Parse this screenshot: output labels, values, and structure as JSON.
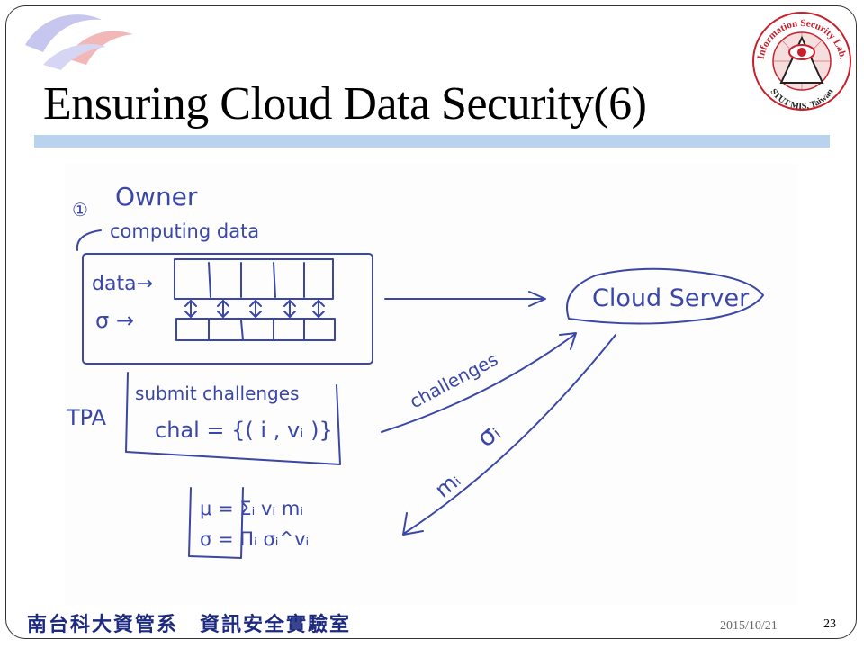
{
  "slide": {
    "title": "Ensuring Cloud Data Security(6)",
    "footer": {
      "institution": "南台科大資管系　資訊安全實驗室",
      "date": "2015/10/21",
      "page_number": "23"
    },
    "logo": {
      "top_text": "Information Security Lab.",
      "bottom_text": "STUT MIS, Taiwan"
    }
  },
  "sketch": {
    "step_number": "①",
    "owner": "Owner",
    "computing": "computing data",
    "data_label": "data→",
    "sigma_label": "σ →",
    "cloud_server": "Cloud Server",
    "tpa": "TPA",
    "submit": "submit challenges",
    "chal_formula": "chal = {( i , vᵢ )}",
    "challenges_arrow": "challenges",
    "response_m": "mᵢ",
    "response_sigma": "σᵢ",
    "mu_formula": "μ = Σᵢ vᵢ mᵢ",
    "sigma_formula": "σ = Πᵢ σᵢ^vᵢ"
  },
  "colors": {
    "ink": "#3b47a6",
    "title_rule": "#b9d3ee",
    "footer_text": "#1d2a80"
  }
}
